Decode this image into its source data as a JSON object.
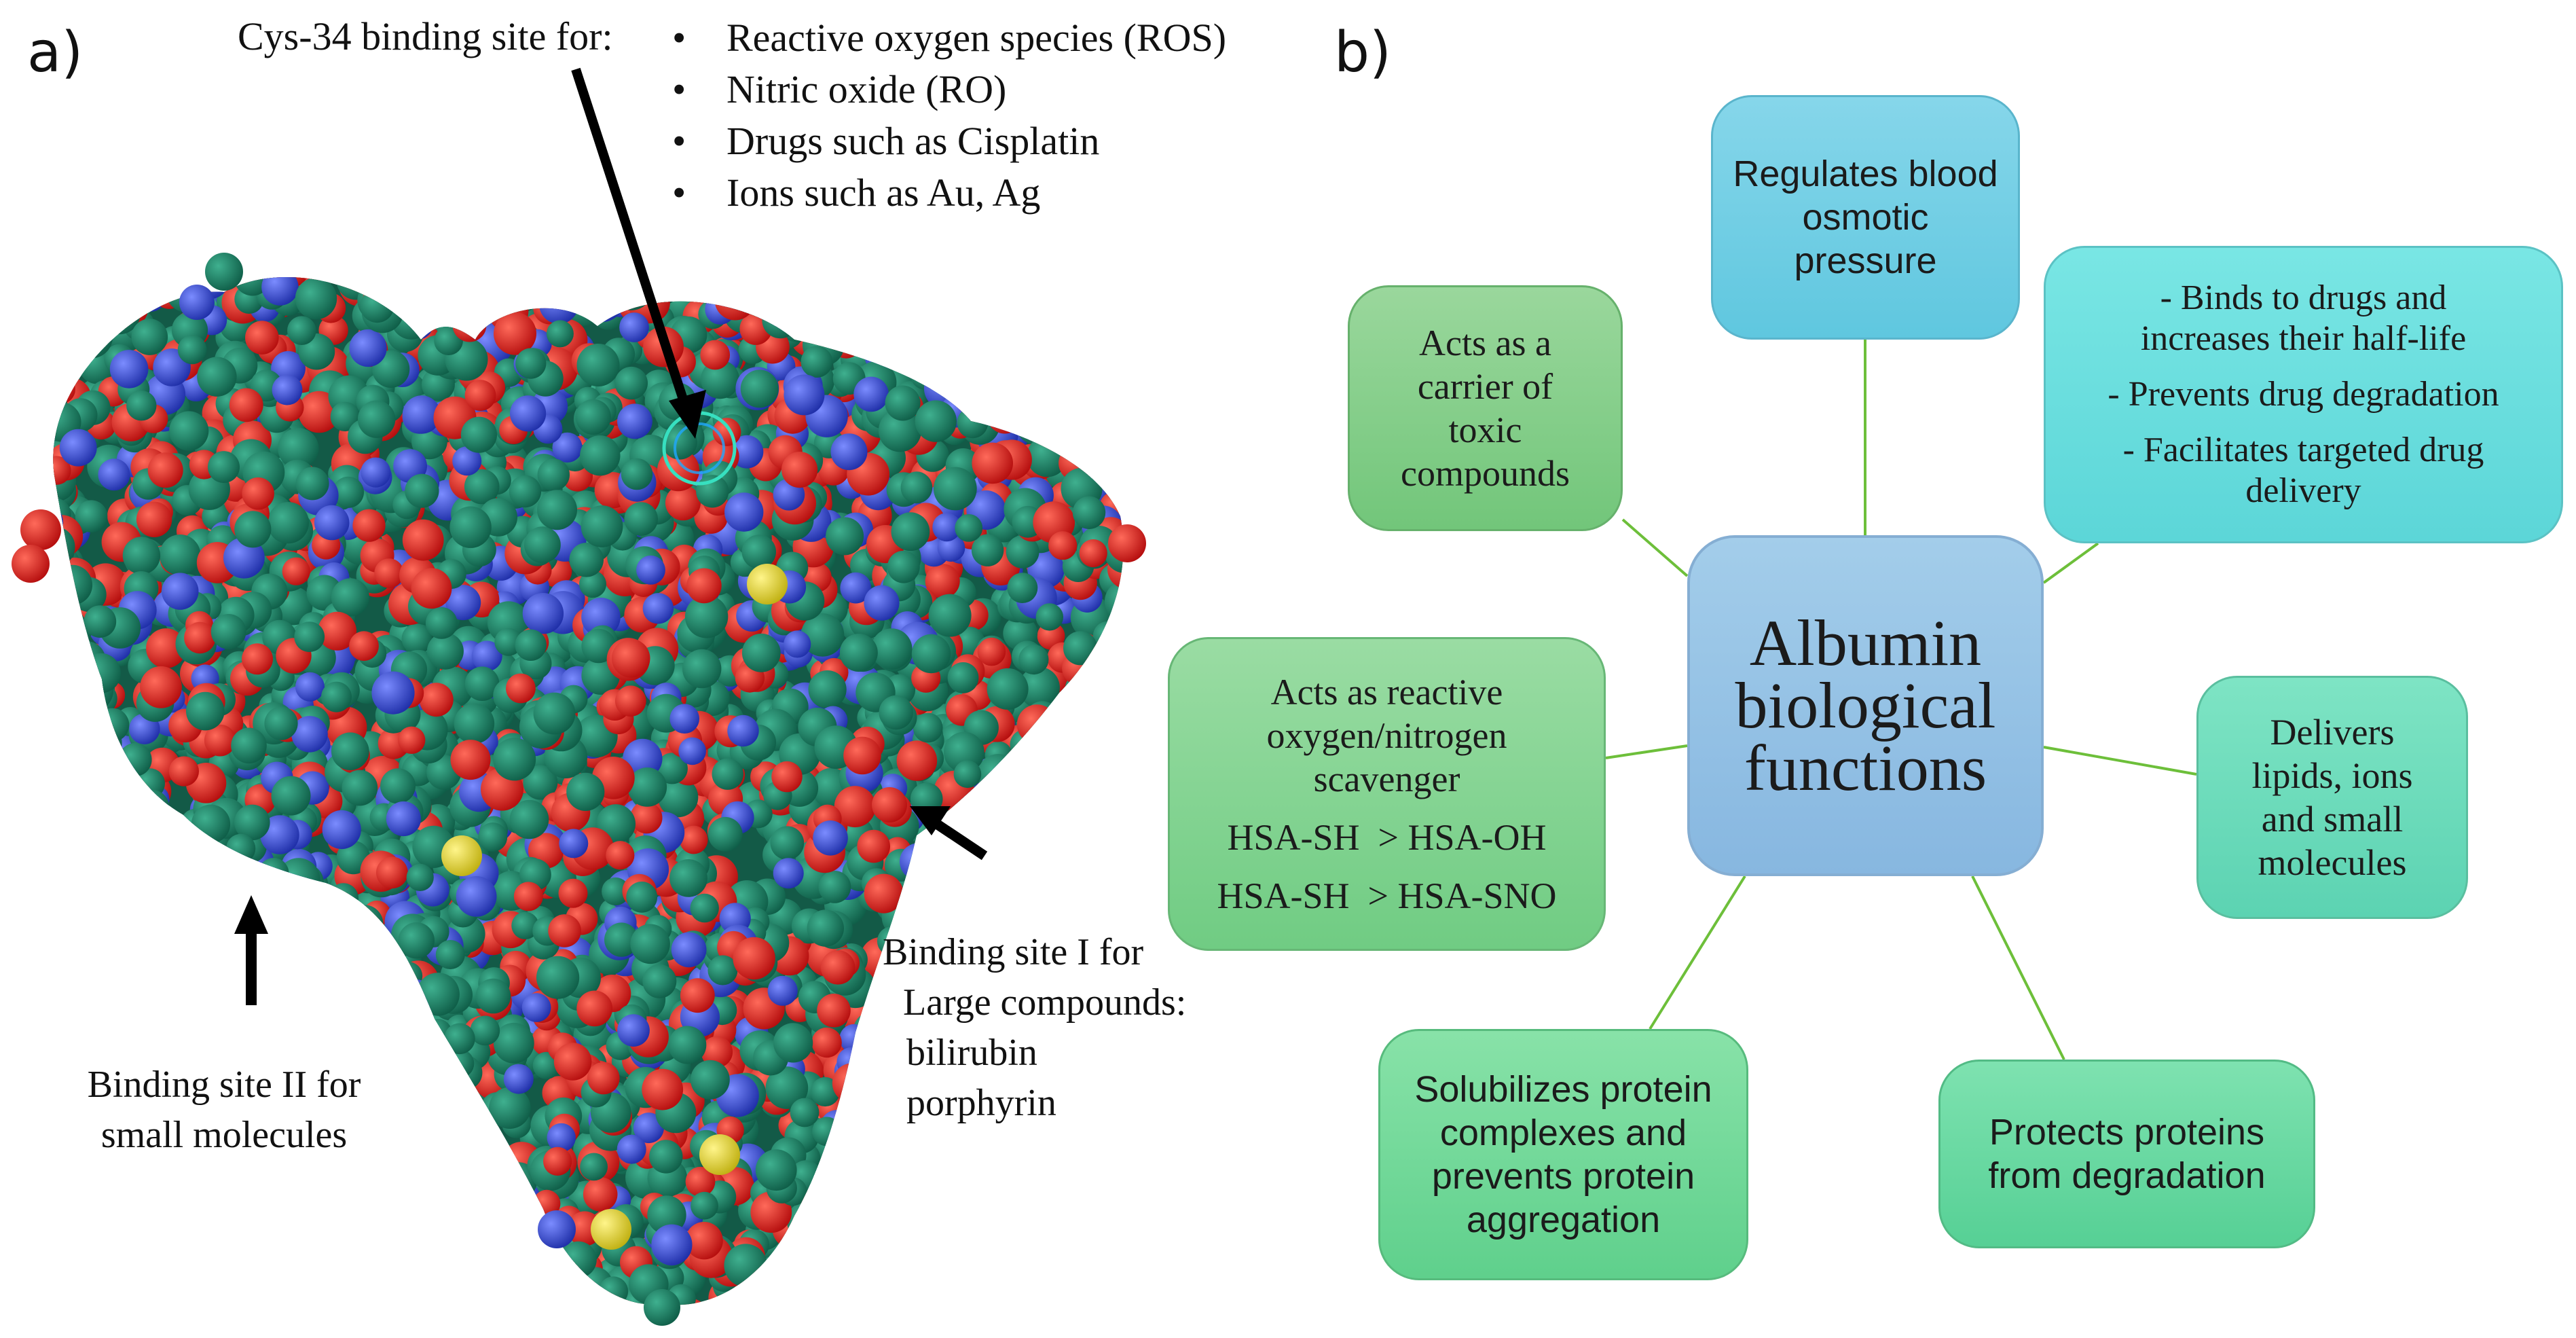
{
  "panel_a": {
    "label": "a)",
    "cys34": {
      "title": "Cys-34 binding site for:",
      "items": [
        "Reactive oxygen species (ROS)",
        "Nitric oxide (RO)",
        "Drugs such as Cisplatin",
        "Ions such as Au, Ag"
      ]
    },
    "site2": {
      "line1": "Binding site II for",
      "line2": "small molecules"
    },
    "site1": {
      "line1": "Binding site I for",
      "line2": "Large compounds:",
      "line3": "bilirubin",
      "line4": "porphyrin"
    },
    "atom_colors": {
      "carbon": "#1f8a70",
      "oxygen": "#e81e1e",
      "nitrogen": "#3a4fd8",
      "sulfur": "#e6dc2a"
    }
  },
  "panel_b": {
    "label": "b)",
    "center": {
      "line1": "Albumin",
      "line2": "biological",
      "line3": "functions"
    },
    "osmotic": {
      "line1": "Regulates blood",
      "line2": "osmotic",
      "line3": "pressure"
    },
    "carrier": {
      "line1": "Acts as a",
      "line2": "carrier of",
      "line3": "toxic",
      "line4": "compounds"
    },
    "drugs": {
      "item1_line1": "- Binds to drugs and",
      "item1_line2": "increases their half-life",
      "item2": "- Prevents drug degradation",
      "item3_line1": "- Facilitates targeted drug",
      "item3_line2": "delivery"
    },
    "scavenger": {
      "line1": "Acts as reactive",
      "line2": "oxygen/nitrogen",
      "line3": "scavenger",
      "line4": "HSA-SH  > HSA-OH",
      "line5": "HSA-SH  > HSA-SNO"
    },
    "lipids": {
      "line1": "Delivers",
      "line2": "lipids, ions",
      "line3": "and small",
      "line4": "molecules"
    },
    "solubilizes": {
      "line1": "Solubilizes protein",
      "line2": "complexes and",
      "line3": "prevents protein",
      "line4": "aggregation"
    },
    "protects": {
      "line1": "Protects proteins",
      "line2": "from degradation"
    },
    "connector_color": "#6dbf3a"
  }
}
